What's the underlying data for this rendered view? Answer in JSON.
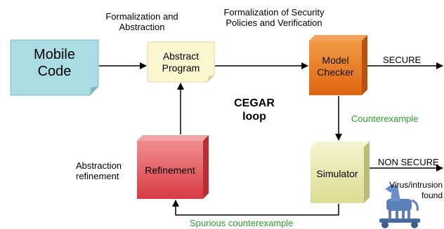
{
  "nodes": {
    "mobile_code": "Mobile\nCode",
    "abstract_program": "Abstract\nProgram",
    "model_checker": "Model\nChecker",
    "simulator": "Simulator",
    "refinement": "Refinement"
  },
  "labels": {
    "formalization_abstraction": "Formalization and\nAbstraction",
    "formalization_security": "Formalization of Security\nPolicies and Verification",
    "secure": "SECURE",
    "cegar_loop": "CEGAR\nloop",
    "counterexample": "Counterexample",
    "non_secure": "NON SECURE",
    "virus_intrusion": "Virus/intrusion\nfound",
    "abstraction_refinement": "Abstraction\nrefinement",
    "spurious_counterexample": "Spurious counterexample"
  },
  "colors": {
    "mobile_code_fill": "#a9dde3",
    "abstract_program_fill": "#faf6cf",
    "model_checker_fill": "#ea7b22",
    "simulator_fill": "#e8e8ab",
    "refinement_fill": "#e4585e",
    "counterexample_text": "#2e9c2e",
    "trojan_horse": "#5b7fb8"
  }
}
